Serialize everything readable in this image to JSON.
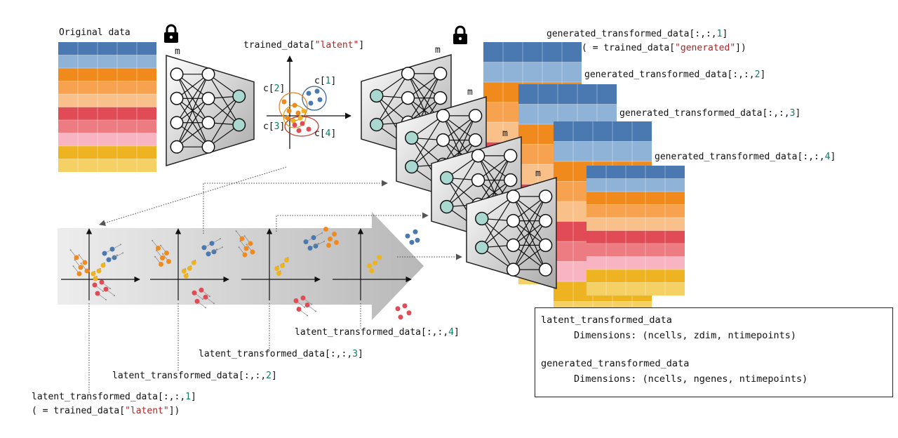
{
  "labels": {
    "original_data": "Original data",
    "model_short": "m",
    "trained_latent": {
      "prefix": "trained_data[",
      "key": "\"latent\"",
      "suffix": "]"
    },
    "clusters": {
      "c1": {
        "prefix": "c[",
        "idx": "1",
        "suffix": "]"
      },
      "c2": {
        "prefix": "c[",
        "idx": "2",
        "suffix": "]"
      },
      "c3": {
        "prefix": "c[",
        "idx": "3",
        "suffix": "]"
      },
      "c4": {
        "prefix": "c[",
        "idx": "4",
        "suffix": "]"
      }
    },
    "generated": [
      {
        "prefix": "generated_transformed_data[:,:,",
        "idx": "1",
        "suffix": "]"
      },
      {
        "prefix": "generated_transformed_data[:,:,",
        "idx": "2",
        "suffix": "]"
      },
      {
        "prefix": "generated_transformed_data[:,:,",
        "idx": "3",
        "suffix": "]"
      },
      {
        "prefix": "generated_transformed_data[:,:,",
        "idx": "4",
        "suffix": "]"
      }
    ],
    "generated_alias": {
      "prefix": "( = trained_data[",
      "key": "\"generated\"",
      "suffix": "])"
    },
    "latent": [
      {
        "prefix": "latent_transformed_data[:,:,",
        "idx": "1",
        "suffix": "]"
      },
      {
        "prefix": "latent_transformed_data[:,:,",
        "idx": "2",
        "suffix": "]"
      },
      {
        "prefix": "latent_transformed_data[:,:,",
        "idx": "3",
        "suffix": "]"
      },
      {
        "prefix": "latent_transformed_data[:,:,",
        "idx": "4",
        "suffix": "]"
      }
    ],
    "latent_alias": {
      "prefix": "( = trained_data[",
      "key": "\"latent\"",
      "suffix": "])"
    }
  },
  "info": {
    "latent_name": "latent_transformed_data",
    "latent_dims": "Dimensions: (ncells, zdim, ntimepoints)",
    "generated_name": "generated_transformed_data",
    "generated_dims": "Dimensions: (ncells, ngenes, ntimepoints)"
  },
  "colors": {
    "blue": [
      "#4a78b0",
      "#8fb3d6"
    ],
    "orange": [
      "#f08a1c",
      "#f7a24e",
      "#f9c089"
    ],
    "red": [
      "#e04b55",
      "#ec7b82",
      "#f8b4c0"
    ],
    "yellow": [
      "#eeb320",
      "#f5d165"
    ],
    "lock": "#000000",
    "network_node": "#a8d8d0",
    "number": "#117a65",
    "string": "#b22222"
  },
  "icons": [
    "lock-icon",
    "neural-network-icon",
    "scatter-plot-icon",
    "arrow-icon"
  ]
}
